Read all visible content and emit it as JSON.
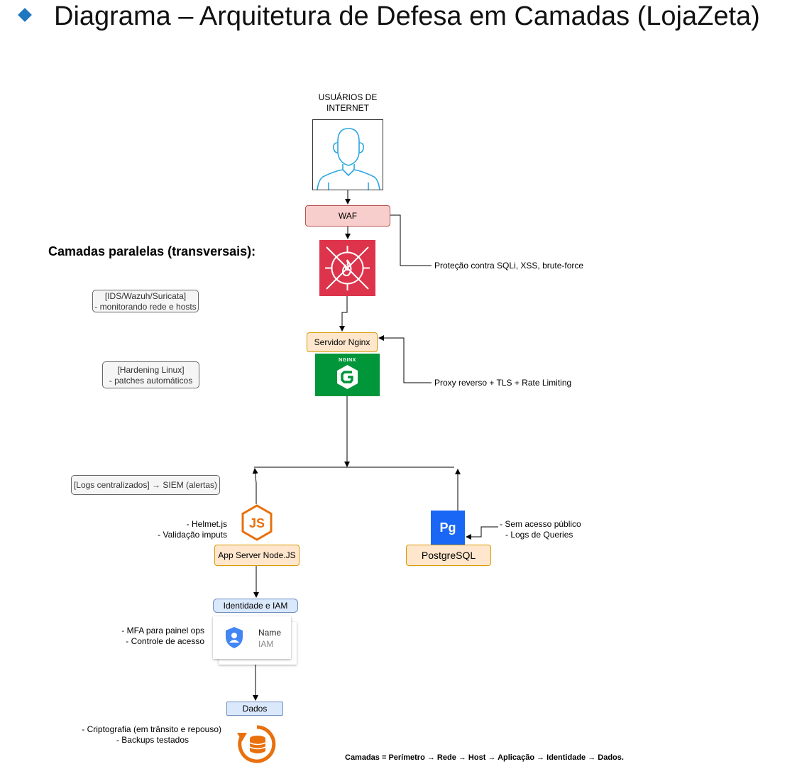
{
  "title": "Diagrama – Arquitetura de Defesa em Camadas (LojaZeta)",
  "users_label": [
    "USUÁRIOS DE",
    "INTERNET"
  ],
  "waf": {
    "label": "WAF",
    "note": "Proteção contra SQLi, XSS, brute-force"
  },
  "parallel_heading": "Camadas paralelas (transversais):",
  "parallel_notes": {
    "ids": [
      "[IDS/Wazuh/Suricata]",
      "- monitorando rede e hosts"
    ],
    "hardening": [
      "[Hardening Linux]",
      "- patches automáticos"
    ],
    "logs": "[Logs centralizados] → SIEM (alertas)"
  },
  "nginx": {
    "label": "Servidor Nginx",
    "icon_text": "NGINX",
    "note": "Proxy reverso + TLS + Rate Limiting"
  },
  "node": {
    "label": "App Server Node.JS",
    "notes": [
      "- Helmet.js",
      "- Validação imputs"
    ]
  },
  "postgres": {
    "label": "PostgreSQL",
    "icon_text": "Pg",
    "notes": [
      "- Sem acesso público",
      "- Logs de Queries"
    ]
  },
  "iam": {
    "label": "Identidade e IAM",
    "card_name": "Name",
    "card_sub": "IAM",
    "notes": [
      "- MFA para painel ops",
      "- Controle de acesso"
    ]
  },
  "dados": {
    "label": "Dados",
    "notes": [
      "- Criptografia (em trânsito e repouso)",
      "- Backups testados"
    ]
  },
  "footer": "Camadas = Perímetro → Rede → Host → Aplicação → Identidade → Dados.",
  "colors": {
    "title_bullet": "#1f77c0",
    "waf_fill": "#f8cecc",
    "waf_icon": "#dd344c",
    "nginx_icon": "#009639",
    "orange_fill": "#ffe6cc",
    "blue_fill": "#dae8fc",
    "node_orange": "#e8700d",
    "pg_blue": "#1a66f5",
    "iam_blue": "#4285f4"
  }
}
